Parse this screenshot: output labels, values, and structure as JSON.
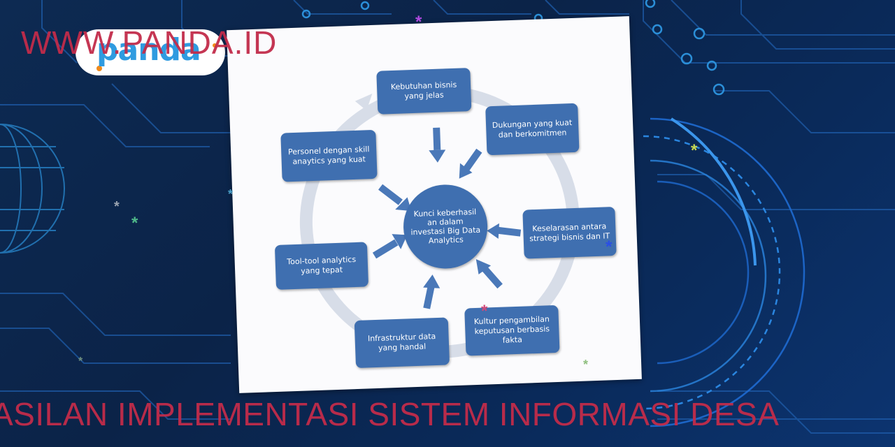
{
  "brand": {
    "logo_text": "panda",
    "watermark_url": "WWW.PANDA.ID"
  },
  "caption": "ASILAN IMPLEMENTASI SISTEM INFORMASI DESA",
  "diagram": {
    "center": "Kunci keberhasil an dalam investasi Big Data Analytics",
    "nodes": [
      {
        "id": "kebutuhan",
        "label": "Kebutuhan bisnis yang jelas"
      },
      {
        "id": "dukungan",
        "label": "Dukungan yang kuat dan berkomitmen"
      },
      {
        "id": "keselarasan",
        "label": "Keselarasan antara strategi bisnis dan IT"
      },
      {
        "id": "kultur",
        "label": "Kultur pengambilan keputusan berbasis fakta"
      },
      {
        "id": "infrastruktur",
        "label": "Infrastruktur data yang handal"
      },
      {
        "id": "tools",
        "label": "Tool-tool analytics yang tepat"
      },
      {
        "id": "personel",
        "label": "Personel dengan skill anaytics yang kuat"
      }
    ]
  },
  "colors": {
    "background": "#0b2348",
    "circuit": "#1f6fc4",
    "node_fill": "#3f6fb0",
    "ring": "#d7dde8",
    "watermark": "#c22c4a",
    "logo_blue": "#2f9be0",
    "logo_orange": "#f08a1c"
  },
  "decor": {
    "stars": [
      "#b04ae0",
      "#c8d850",
      "#4fb889",
      "#9aa3b0",
      "#2a4ee6",
      "#d04a7a",
      "#8fbf7f",
      "#4aa0c8"
    ]
  }
}
